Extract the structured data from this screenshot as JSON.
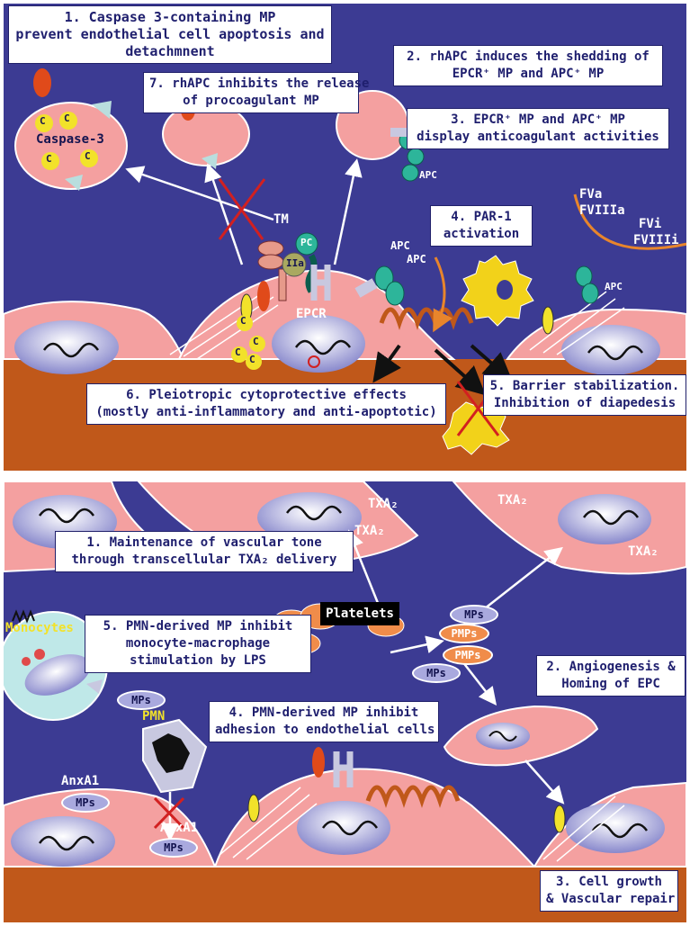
{
  "top": {
    "box1": {
      "line1": "1. Caspase 3-containing MP",
      "line2": "prevent endothelial cell apoptosis and",
      "line3": "detachmnent"
    },
    "box7": {
      "line1": "7. rhAPC inhibits the release",
      "line2": "of procoagulant MP"
    },
    "box2": {
      "line1": "2. rhAPC induces the shedding of",
      "line2": "EPCR⁺ MP  and APC⁺ MP"
    },
    "box3": {
      "line1": "3. EPCR⁺ MP  and APC⁺ MP",
      "line2": "display anticoagulant activities"
    },
    "box4": {
      "line1": "4. PAR-1",
      "line2": "activation"
    },
    "box6": {
      "line1": "6. Pleiotropic cytoprotective effects",
      "line2": "(mostly anti-inflammatory and anti-apoptotic)"
    },
    "box5": {
      "line1": "5. Barrier stabilization.",
      "line2": "Inhibition of diapedesis"
    },
    "labels": {
      "caspase": "Caspase-3",
      "c": "C",
      "tm": "TM",
      "pc": "PC",
      "iia": "IIa",
      "epcr": "EPCR",
      "apc": "APC",
      "fva": "FVa",
      "fviiia": "FVIIIa",
      "fvi": "FVi",
      "fviii": "FVIIIi"
    }
  },
  "bottom": {
    "box1": {
      "line1": "1. Maintenance of vascular tone",
      "line2": "through transcellular TXA₂ delivery"
    },
    "box5": {
      "line1": "5. PMN-derived MP  inhibit",
      "line2": "monocyte-macrophage",
      "line3": "stimulation by LPS"
    },
    "box2": {
      "line1": "2. Angiogenesis &",
      "line2": "Homing of EPC"
    },
    "box4": {
      "line1": "4. PMN-derived MP  inhibit",
      "line2": "adhesion to endothelial cells"
    },
    "box3": {
      "line1": "3. Cell growth",
      "line2": "& Vascular repair"
    },
    "labels": {
      "txa2": "TXA₂",
      "platelets": "Platelets",
      "mps": "MPs",
      "pmps": "PMPs",
      "monocytes": "Monocytes",
      "pmn": "PMN",
      "anxa1": "AnxA1"
    }
  },
  "colors": {
    "background": "#3c3b93",
    "cell": "#f4a0a0",
    "nucleus": "#a9a9de",
    "tissue": "#c0581a",
    "label_box": "#ffffff",
    "monocyte": "#bfe8e8",
    "platelet": "#f08c4a",
    "arrow_orange": "#e8852c",
    "inhibit_red": "#d22020"
  }
}
